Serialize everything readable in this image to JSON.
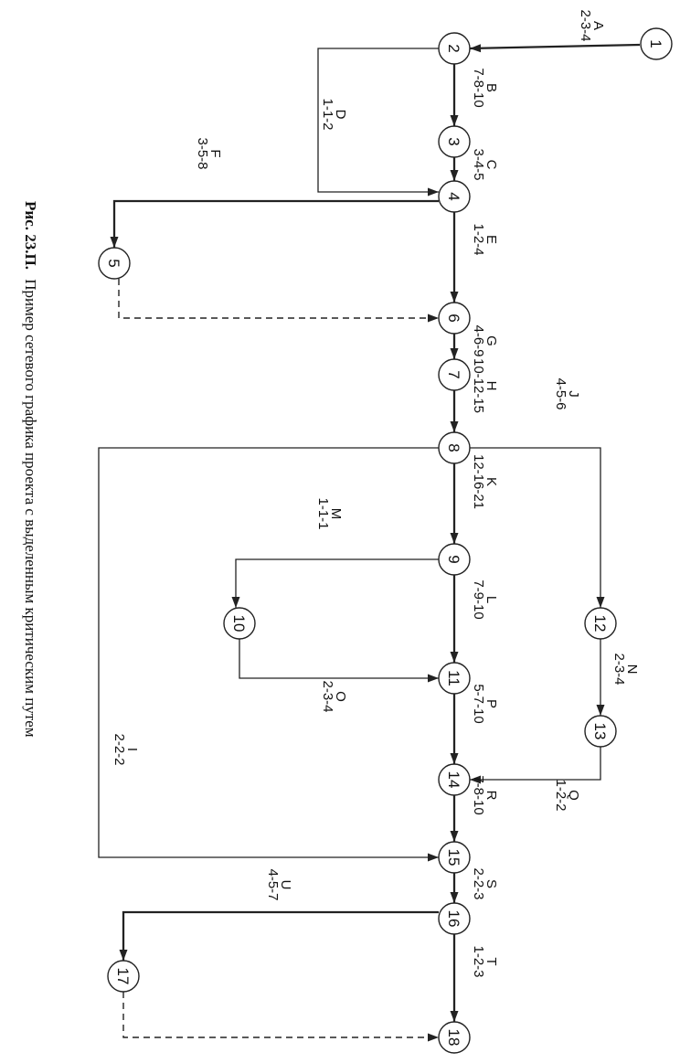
{
  "caption": {
    "prefix": "Рис. 23.П.",
    "text": "Пример сетевого графика проекта с выделенным критическим путем"
  },
  "nodes": [
    {
      "id": "1"
    },
    {
      "id": "2"
    },
    {
      "id": "3"
    },
    {
      "id": "4"
    },
    {
      "id": "5"
    },
    {
      "id": "6"
    },
    {
      "id": "7"
    },
    {
      "id": "8"
    },
    {
      "id": "9"
    },
    {
      "id": "10"
    },
    {
      "id": "11"
    },
    {
      "id": "12"
    },
    {
      "id": "13"
    },
    {
      "id": "14"
    },
    {
      "id": "15"
    },
    {
      "id": "16"
    },
    {
      "id": "17"
    },
    {
      "id": "18"
    }
  ],
  "activities": [
    {
      "key": "A",
      "from": "1",
      "to": "2",
      "name": "A",
      "durations": "2-3-4",
      "critical": true
    },
    {
      "key": "B",
      "from": "2",
      "to": "3",
      "name": "B",
      "durations": "7-8-10",
      "critical": true
    },
    {
      "key": "C",
      "from": "3",
      "to": "4",
      "name": "C",
      "durations": "3-4-5",
      "critical": true
    },
    {
      "key": "D",
      "from": "2",
      "to": "4",
      "name": "D",
      "durations": "1-1-2",
      "critical": false
    },
    {
      "key": "E",
      "from": "4",
      "to": "6",
      "name": "E",
      "durations": "1-2-4",
      "critical": true
    },
    {
      "key": "F",
      "from": "4",
      "to": "5",
      "name": "F",
      "durations": "3-5-8",
      "critical": true
    },
    {
      "key": "G",
      "from": "6",
      "to": "7",
      "name": "G",
      "durations": "4-6-9",
      "critical": true
    },
    {
      "key": "H",
      "from": "7",
      "to": "8",
      "name": "H",
      "durations": "10-12-15",
      "critical": true
    },
    {
      "key": "J",
      "from": "8",
      "to": "12",
      "name": "J",
      "durations": "4-5-6",
      "critical": false
    },
    {
      "key": "K",
      "from": "8",
      "to": "9",
      "name": "K",
      "durations": "12-16-21",
      "critical": true
    },
    {
      "key": "M",
      "from": "9",
      "to": "10",
      "name": "M",
      "durations": "1-1-1",
      "critical": false
    },
    {
      "key": "L",
      "from": "9",
      "to": "11",
      "name": "L",
      "durations": "7-9-10",
      "critical": true
    },
    {
      "key": "N",
      "from": "12",
      "to": "13",
      "name": "N",
      "durations": "2-3-4",
      "critical": false
    },
    {
      "key": "O",
      "from": "10",
      "to": "11",
      "name": "O",
      "durations": "2-3-4",
      "critical": false
    },
    {
      "key": "P",
      "from": "11",
      "to": "14",
      "name": "P",
      "durations": "5-7-10",
      "critical": true
    },
    {
      "key": "I",
      "from": "8",
      "to": "15",
      "name": "I",
      "durations": "2-2-2",
      "critical": false
    },
    {
      "key": "Q",
      "from": "13",
      "to": "14",
      "name": "Q",
      "durations": "1-2-2",
      "critical": false
    },
    {
      "key": "R",
      "from": "14",
      "to": "15",
      "name": "R",
      "durations": "7-8-10",
      "critical": true
    },
    {
      "key": "S",
      "from": "15",
      "to": "16",
      "name": "S",
      "durations": "2-2-3",
      "critical": true
    },
    {
      "key": "U",
      "from": "16",
      "to": "17",
      "name": "U",
      "durations": "4-5-7",
      "critical": true
    },
    {
      "key": "T",
      "from": "16",
      "to": "18",
      "name": "T",
      "durations": "1-2-3",
      "critical": true
    }
  ],
  "dummies": [
    {
      "from": "5",
      "to": "6"
    },
    {
      "from": "17",
      "to": "18"
    }
  ]
}
